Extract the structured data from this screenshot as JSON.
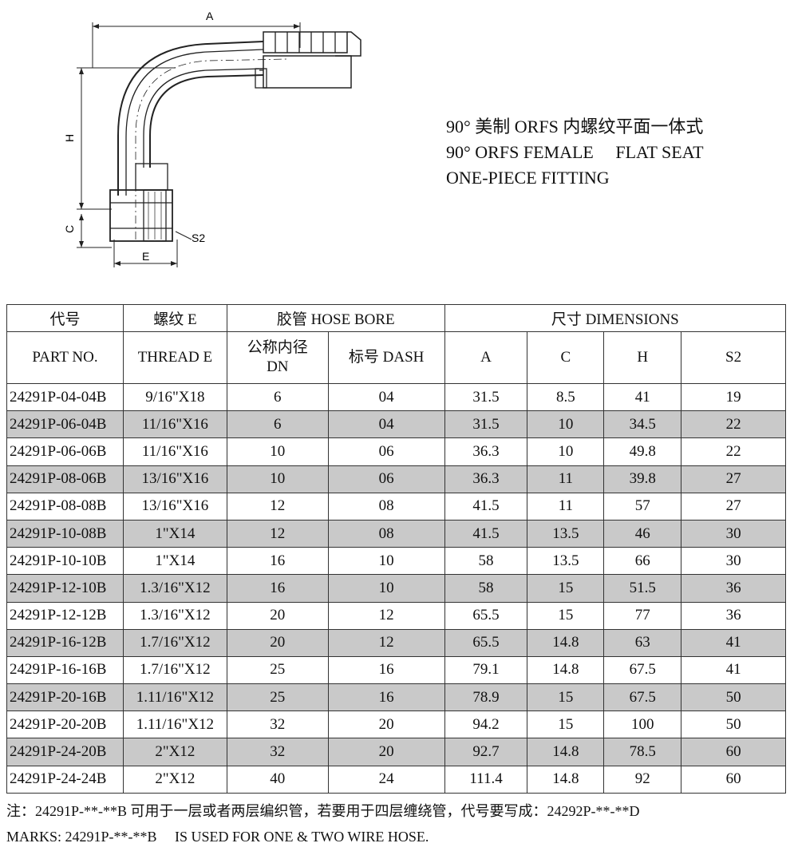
{
  "drawing": {
    "labels": {
      "a": "A",
      "h": "H",
      "c": "C",
      "e": "E",
      "s2": "S2"
    }
  },
  "title": {
    "line1": "90° 美制 ORFS 内螺纹平面一体式",
    "line2": "90° ORFS FEMALE　 FLAT SEAT",
    "line3": "ONE-PIECE FITTING"
  },
  "table": {
    "header1": {
      "part": "代号",
      "thread": "螺纹 E",
      "hose_bore": "胶管 HOSE BORE",
      "dimensions": "尺寸 DIMENSIONS"
    },
    "header2": {
      "part": "PART NO.",
      "thread": "THREAD E",
      "dn_line1": "公称内径",
      "dn_line2": "DN",
      "dash": "标号 DASH",
      "a": "A",
      "c": "C",
      "h": "H",
      "s2": "S2"
    },
    "rows": [
      [
        "24291P-04-04B",
        "9/16\"X18",
        "6",
        "04",
        "31.5",
        "8.5",
        "41",
        "19"
      ],
      [
        "24291P-06-04B",
        "11/16\"X16",
        "6",
        "04",
        "31.5",
        "10",
        "34.5",
        "22"
      ],
      [
        "24291P-06-06B",
        "11/16\"X16",
        "10",
        "06",
        "36.3",
        "10",
        "49.8",
        "22"
      ],
      [
        "24291P-08-06B",
        "13/16\"X16",
        "10",
        "06",
        "36.3",
        "11",
        "39.8",
        "27"
      ],
      [
        "24291P-08-08B",
        "13/16\"X16",
        "12",
        "08",
        "41.5",
        "11",
        "57",
        "27"
      ],
      [
        "24291P-10-08B",
        "1\"X14",
        "12",
        "08",
        "41.5",
        "13.5",
        "46",
        "30"
      ],
      [
        "24291P-10-10B",
        "1\"X14",
        "16",
        "10",
        "58",
        "13.5",
        "66",
        "30"
      ],
      [
        "24291P-12-10B",
        "1.3/16\"X12",
        "16",
        "10",
        "58",
        "15",
        "51.5",
        "36"
      ],
      [
        "24291P-12-12B",
        "1.3/16\"X12",
        "20",
        "12",
        "65.5",
        "15",
        "77",
        "36"
      ],
      [
        "24291P-16-12B",
        "1.7/16\"X12",
        "20",
        "12",
        "65.5",
        "14.8",
        "63",
        "41"
      ],
      [
        "24291P-16-16B",
        "1.7/16\"X12",
        "25",
        "16",
        "79.1",
        "14.8",
        "67.5",
        "41"
      ],
      [
        "24291P-20-16B",
        "1.11/16\"X12",
        "25",
        "16",
        "78.9",
        "15",
        "67.5",
        "50"
      ],
      [
        "24291P-20-20B",
        "1.11/16\"X12",
        "32",
        "20",
        "94.2",
        "15",
        "100",
        "50"
      ],
      [
        "24291P-24-20B",
        "2\"X12",
        "32",
        "20",
        "92.7",
        "14.8",
        "78.5",
        "60"
      ],
      [
        "24291P-24-24B",
        "2\"X12",
        "40",
        "24",
        "111.4",
        "14.8",
        "92",
        "60"
      ]
    ]
  },
  "notes": {
    "line1": "注：24291P-**-**B 可用于一层或者两层编织管，若要用于四层缠绕管，代号要写成：24292P-**-**D",
    "line2": "MARKS: 24291P-**-**B　 IS USED FOR ONE & TWO WIRE HOSE."
  }
}
